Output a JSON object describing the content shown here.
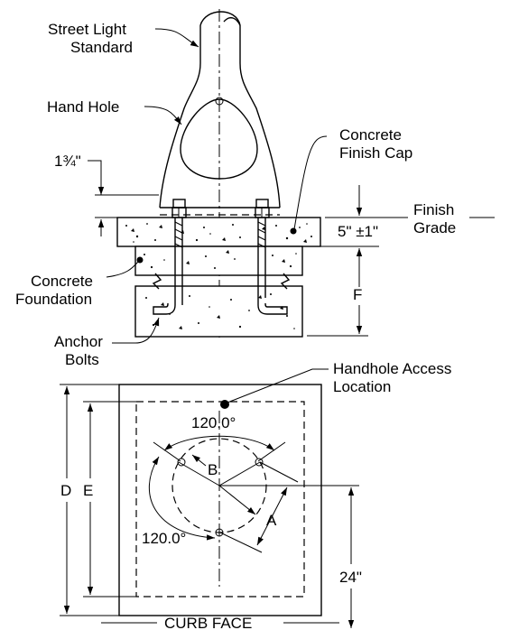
{
  "labels": {
    "street_light": [
      "Street Light",
      "Standard"
    ],
    "hand_hole": "Hand Hole",
    "cap_offset": "1¾\"",
    "finish_cap": [
      "Concrete",
      "Finish Cap"
    ],
    "finish_grade": [
      "Finish",
      "Grade"
    ],
    "cap_thickness": "5\" ±1\"",
    "foundation": [
      "Concrete",
      "Foundation"
    ],
    "dim_f": "F",
    "anchor_bolts": [
      "Anchor",
      "Bolts"
    ],
    "handhole_access": [
      "Handhole Access",
      "Location"
    ],
    "angle_top": "120.0°",
    "angle_bottom": "120.0°",
    "dim_b": "B",
    "dim_a": "A",
    "dim_d": "D",
    "dim_e": "E",
    "dim_24": "24\"",
    "curb_face": "CURB FACE"
  }
}
